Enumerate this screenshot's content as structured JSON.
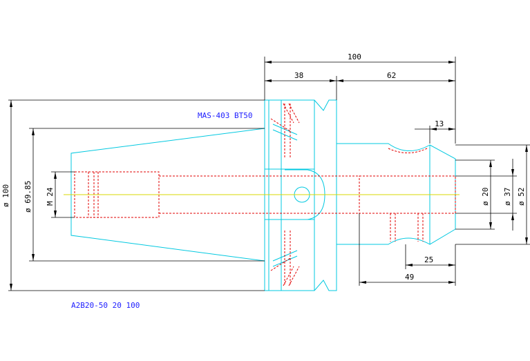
{
  "drawing": {
    "model_label": "MAS-403 BT50",
    "part_label": "A2B20-50 20 100"
  },
  "dimensions": {
    "overall_length": "100",
    "flange_length": "38",
    "shank_length": "62",
    "nose_length": "13",
    "pocket_length": "25",
    "bore_depth": "49",
    "dia_100": "ø 100",
    "dia_6985": "ø 69.85",
    "thread_m24": "M 24",
    "dia_20": "ø 20",
    "dia_37": "ø 37",
    "dia_52": "ø 52"
  },
  "colors": {
    "outline": "#00c8e0",
    "hidden": "#e00000",
    "centerline": "#d8d800",
    "dimension": "#000000",
    "annotation": "#2020ff"
  }
}
